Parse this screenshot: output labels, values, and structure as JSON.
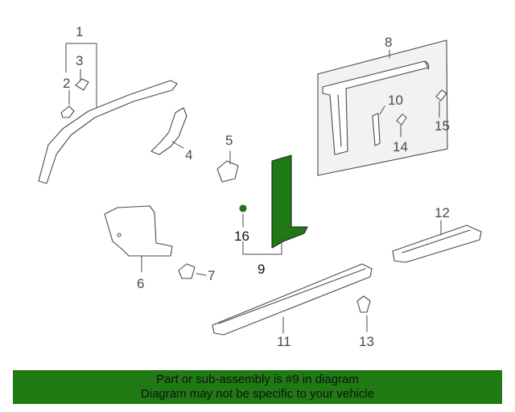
{
  "callouts": {
    "c1": "1",
    "c2": "2",
    "c3": "3",
    "c4": "4",
    "c5": "5",
    "c6": "6",
    "c7": "7",
    "c8": "8",
    "c9": "9",
    "c10": "10",
    "c11": "11",
    "c12": "12",
    "c13": "13",
    "c14": "14",
    "c15": "15",
    "c16": "16"
  },
  "highlight_part": "9",
  "colors": {
    "line": "#4a4a4a",
    "highlight_fill": "#1f7a14",
    "banner_bg": "#1f7a14",
    "banner_text": "#111111",
    "panel_fill": "#f2f2f2"
  },
  "banner": {
    "line1": "Part or sub-assembly is #9 in diagram",
    "line2": "Diagram may not be specific to your vehicle"
  }
}
